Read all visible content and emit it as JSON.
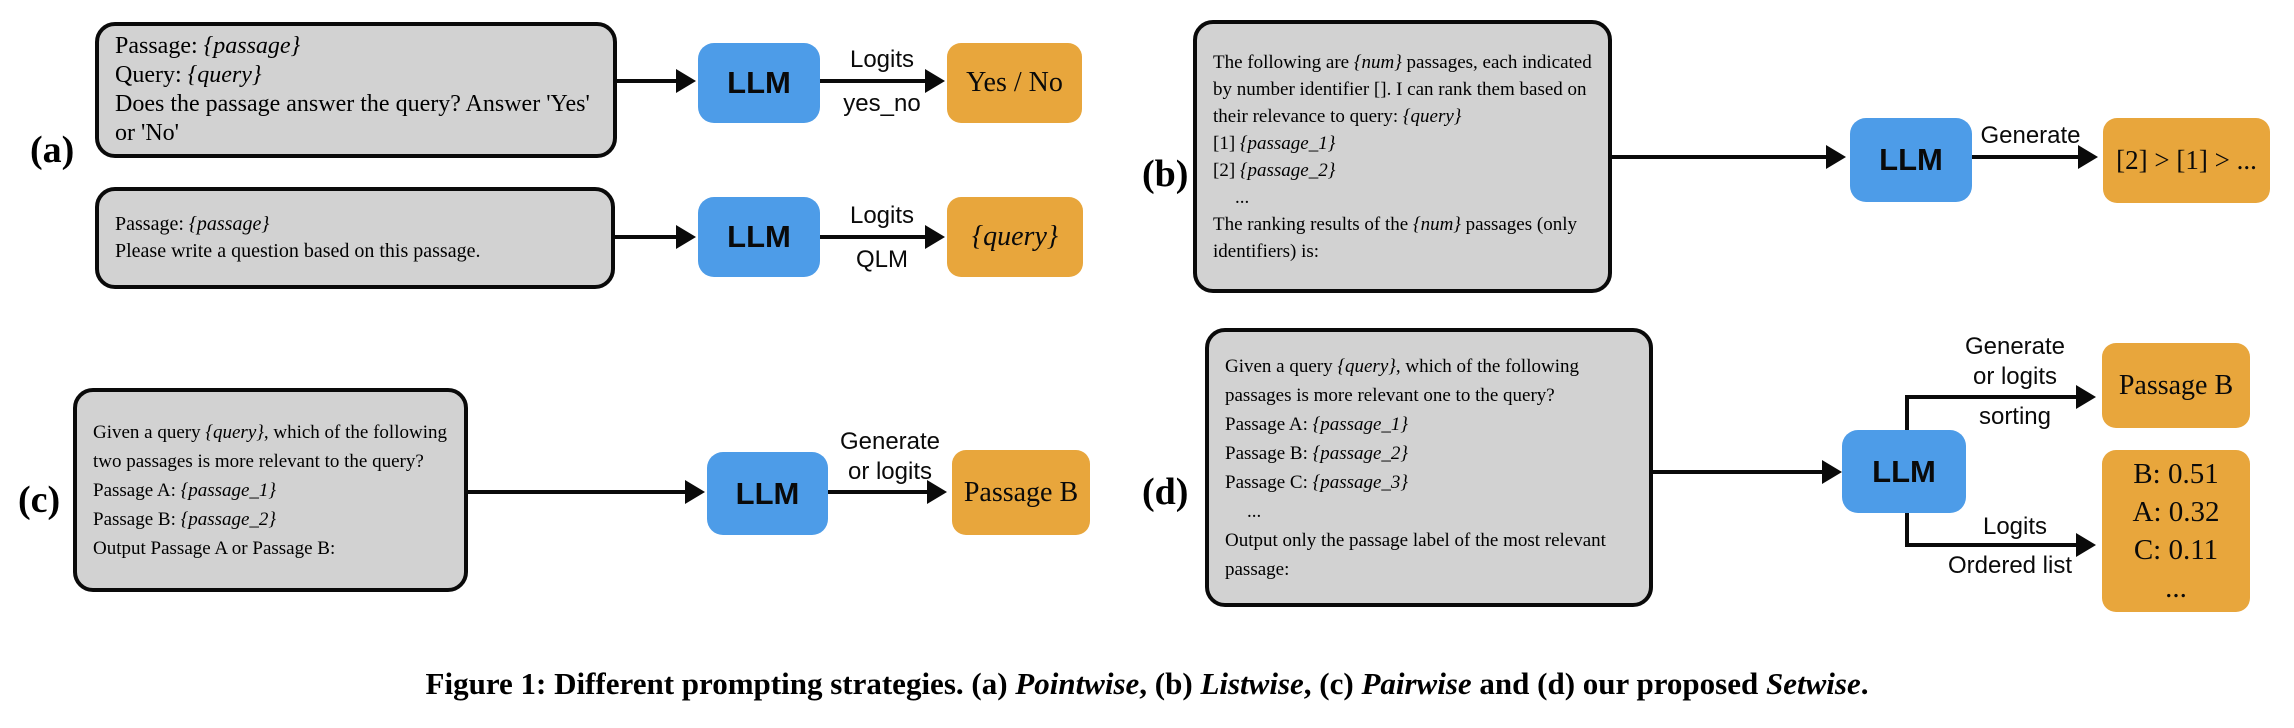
{
  "colors": {
    "llm_blue": "#4d9ce8",
    "output_orange": "#e8a63c",
    "prompt_gray": "#d2d2d2",
    "ink": "#0a0a0a"
  },
  "caption": {
    "paras": [
      {
        "seg": [
          {
            "t": "Figure 1: Different prompting strategies. (a) "
          },
          {
            "t": "Pointwise",
            "i": true
          },
          {
            "t": ", (b) "
          },
          {
            "t": "Listwise",
            "i": true
          },
          {
            "t": ", (c) "
          },
          {
            "t": "Pairwise",
            "i": true
          },
          {
            "t": " and (d) our proposed "
          },
          {
            "t": "Setwise",
            "i": true
          },
          {
            "t": "."
          }
        ]
      }
    ]
  },
  "panels": {
    "a": {
      "label": "(a)",
      "row1": {
        "prompt": [
          {
            "seg": [
              {
                "t": "Passage: "
              },
              {
                "t": "{passage}",
                "i": true
              }
            ]
          },
          {
            "seg": [
              {
                "t": "Query: "
              },
              {
                "t": "{query}",
                "i": true
              }
            ]
          },
          {
            "seg": [
              {
                "t": "Does the passage answer the query? Answer 'Yes' or 'No'"
              }
            ]
          }
        ],
        "llm_label": "LLM",
        "arrow_top_label": "Logits",
        "arrow_bottom_label": "yes_no",
        "output": [
          {
            "seg": [
              {
                "t": "Yes / No"
              }
            ]
          }
        ]
      },
      "row2": {
        "prompt": [
          {
            "seg": [
              {
                "t": "Passage: "
              },
              {
                "t": "{passage}",
                "i": true
              }
            ]
          },
          {
            "seg": [
              {
                "t": "Please write a question based on this passage."
              }
            ]
          }
        ],
        "llm_label": "LLM",
        "arrow_top_label": "Logits",
        "arrow_bottom_label": "QLM",
        "output": [
          {
            "seg": [
              {
                "t": "{query}",
                "i": true
              }
            ]
          }
        ]
      }
    },
    "b": {
      "label": "(b)",
      "prompt": [
        {
          "seg": [
            {
              "t": "The following are "
            },
            {
              "t": "{num}",
              "i": true
            },
            {
              "t": " passages, each indicated by number identifier []. I can rank them based on their relevance to query: "
            },
            {
              "t": "{query}",
              "i": true
            }
          ]
        },
        {
          "seg": [
            {
              "t": "[1] "
            },
            {
              "t": "{passage_1}",
              "i": true
            }
          ]
        },
        {
          "seg": [
            {
              "t": "[2] "
            },
            {
              "t": "{passage_2}",
              "i": true
            }
          ]
        },
        {
          "indent": true,
          "seg": [
            {
              "t": "..."
            }
          ]
        },
        {
          "seg": [
            {
              "t": "The ranking results of the "
            },
            {
              "t": "{num}",
              "i": true
            },
            {
              "t": " passages (only identifiers) is:"
            }
          ]
        }
      ],
      "llm_label": "LLM",
      "arrow_top_label": "Generate",
      "output": [
        {
          "seg": [
            {
              "t": "[2] > [1] > ..."
            }
          ]
        }
      ]
    },
    "c": {
      "label": "(c)",
      "prompt": [
        {
          "seg": [
            {
              "t": "Given a query "
            },
            {
              "t": "{query}",
              "i": true
            },
            {
              "t": ", which of the following two passages is more relevant to the query?"
            }
          ]
        },
        {
          "seg": [
            {
              "t": "Passage A: "
            },
            {
              "t": "{passage_1}",
              "i": true
            }
          ]
        },
        {
          "seg": [
            {
              "t": "Passage B: "
            },
            {
              "t": "{passage_2}",
              "i": true
            }
          ]
        },
        {
          "seg": [
            {
              "t": "Output Passage A or Passage B:"
            }
          ]
        }
      ],
      "llm_label": "LLM",
      "arrow_label_line1": "Generate",
      "arrow_label_line2": "or logits",
      "output": [
        {
          "seg": [
            {
              "t": "Passage B"
            }
          ]
        }
      ]
    },
    "d": {
      "label": "(d)",
      "prompt": [
        {
          "seg": [
            {
              "t": "Given a query "
            },
            {
              "t": "{query}",
              "i": true
            },
            {
              "t": ", which of the following passages is more relevant one to the query?"
            }
          ]
        },
        {
          "seg": [
            {
              "t": "Passage A: "
            },
            {
              "t": "{passage_1}",
              "i": true
            }
          ]
        },
        {
          "seg": [
            {
              "t": "Passage B: "
            },
            {
              "t": "{passage_2}",
              "i": true
            }
          ]
        },
        {
          "seg": [
            {
              "t": "Passage C: "
            },
            {
              "t": "{passage_3}",
              "i": true
            }
          ]
        },
        {
          "indent": true,
          "seg": [
            {
              "t": "..."
            }
          ]
        },
        {
          "seg": [
            {
              "t": "Output only the passage label of the most relevant passage:"
            }
          ]
        }
      ],
      "llm_label": "LLM",
      "branch_top": {
        "label_line1": "Generate",
        "label_line2": "or logits",
        "label_below": "sorting",
        "output": [
          {
            "seg": [
              {
                "t": "Passage B"
              }
            ]
          }
        ]
      },
      "branch_bottom": {
        "label_above": "Logits",
        "label_below": "Ordered list",
        "output": [
          {
            "seg": [
              {
                "t": "B: 0.51"
              }
            ]
          },
          {
            "seg": [
              {
                "t": "A: 0.32"
              }
            ]
          },
          {
            "seg": [
              {
                "t": "C: 0.11"
              }
            ]
          },
          {
            "seg": [
              {
                "t": "..."
              }
            ]
          }
        ]
      }
    }
  }
}
